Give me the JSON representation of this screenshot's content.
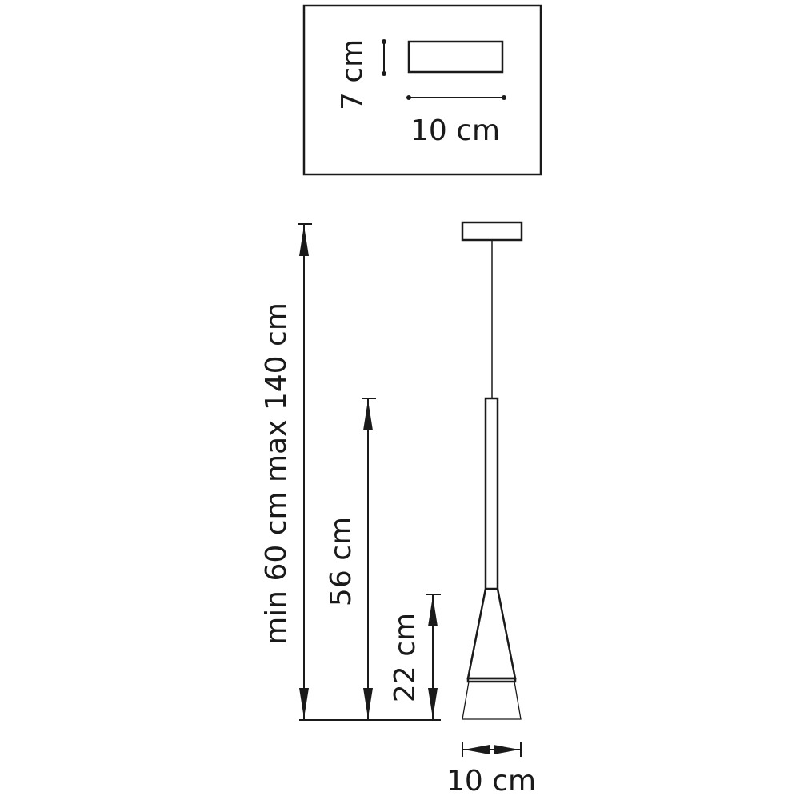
{
  "canopy_inset": {
    "height_label": "7 cm",
    "width_label": "10 cm"
  },
  "dimensions": {
    "total_height_label": "min 60 cm max 140 cm",
    "lamp_height_label": "56 cm",
    "shade_height_label": "22 cm",
    "shade_width_label": "10 cm"
  },
  "colors": {
    "line": "#1a1a1a",
    "background": "#ffffff"
  }
}
